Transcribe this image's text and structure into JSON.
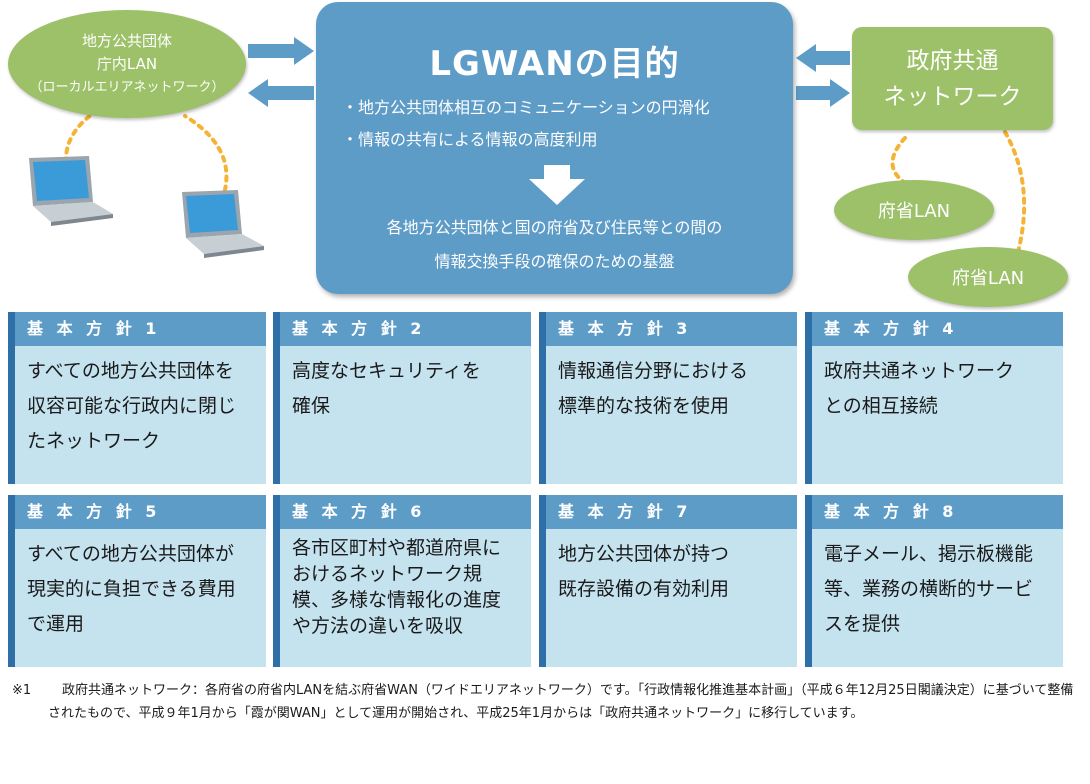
{
  "left_cloud": {
    "line1": "地方公共団体",
    "line2": "庁内LAN",
    "line3": "（ローカルエリアネットワーク）"
  },
  "center": {
    "title": "LGWANの目的",
    "bullets": [
      "・地方公共団体相互のコミュニケーションの円滑化",
      "・情報の共有による情報の高度利用"
    ],
    "basis_line1": "各地方公共団体と国の府省及び住民等との間の",
    "basis_line2": "情報交換手段の確保のための基盤"
  },
  "gov_network": {
    "line1": "政府共通",
    "line2": "ネットワーク"
  },
  "ministry_lan": [
    "府省LAN",
    "府省LAN"
  ],
  "colors": {
    "green": "#9cc168",
    "blue": "#5e9cc8",
    "dark_blue": "#2f6fa8",
    "light_blue": "#c5e2ef",
    "dotted_orange": "#f5b335"
  },
  "icons": [
    "laptop-icon",
    "laptop-icon",
    "double-arrow-icon",
    "down-arrow-icon"
  ],
  "policies": [
    {
      "head": "基 本 方 針 1",
      "body": "すべての地方公共団体を\n収容可能な行政内に閉じ\nたネットワーク"
    },
    {
      "head": "基 本 方 針 2",
      "body": "高度なセキュリティを\n確保"
    },
    {
      "head": "基 本 方 針 3",
      "body": "情報通信分野における\n標準的な技術を使用"
    },
    {
      "head": "基 本 方 針 4",
      "body": "政府共通ネットワーク\nとの相互接続"
    },
    {
      "head": "基 本 方 針 5",
      "body": "すべての地方公共団体が\n現実的に負担できる費用\nで運用"
    },
    {
      "head": "基 本 方 針 6",
      "body": "各市区町村や都道府県に\nおけるネットワーク規\n模、多様な情報化の進度\nや方法の違いを吸収"
    },
    {
      "head": "基 本 方 針 7",
      "body": "地方公共団体が持つ\n既存設備の有効利用"
    },
    {
      "head": "基 本 方 針 8",
      "body": "電子メール、掲示板機能\n等、業務の横断的サービ\nスを提供"
    }
  ],
  "footnote": {
    "mark": "※1",
    "text": "政府共通ネットワーク：各府省の府省内LANを結ぶ府省WAN（ワイドエリアネットワーク）です。「行政情報化推進基本計画」（平成６年12月25日閣議決定）に基づいて整備されたもので、平成９年1月から「霞が関WAN」として運用が開始され、平成25年1月からは「政府共通ネットワーク」に移行しています。"
  }
}
